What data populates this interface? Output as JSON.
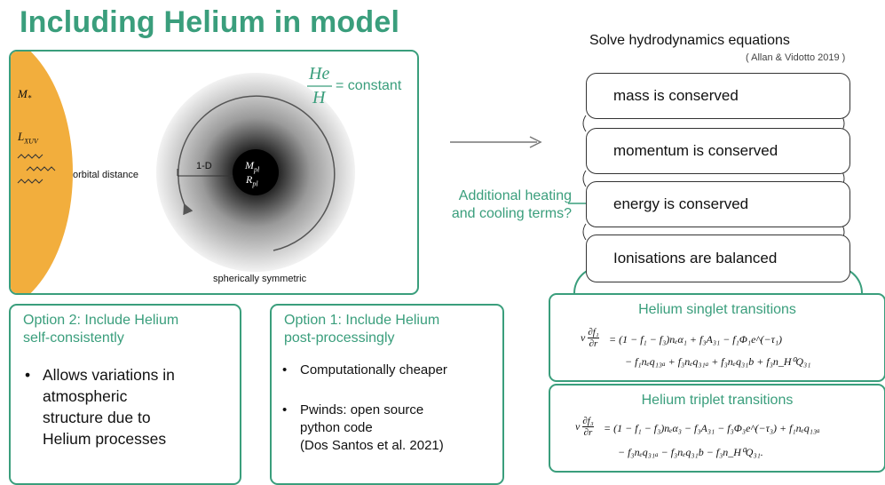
{
  "title": "Including Helium in model",
  "diagram": {
    "star_mass": "M*",
    "star_luminosity": "L_XUV",
    "orbital_distance": "orbital distance",
    "one_d": "1-D",
    "planet_mass": "M_pl",
    "planet_radius": "R_pl",
    "ratio_numerator": "He",
    "ratio_denominator": "H",
    "ratio_text": "= constant",
    "spherical": "spherically symmetric"
  },
  "hydro": {
    "heading": "Solve hydrodynamics equations",
    "citation": "( Allan & Vidotto 2019 )",
    "equations": [
      "mass is conserved",
      "momentum is conserved",
      "energy is conserved",
      "Ionisations are balanced"
    ],
    "side_note_line1": "Additional heating",
    "side_note_line2": "and cooling terms?"
  },
  "option2": {
    "title_line1": "Option 2: Include Helium",
    "title_line2": "self-consistently",
    "bullets": [
      {
        "lines": [
          "Allows variations in",
          "atmospheric",
          "structure due to",
          "Helium processes"
        ]
      }
    ]
  },
  "option1": {
    "title_line1": "Option 1: Include Helium",
    "title_line2": "post-processingly",
    "bullets": [
      {
        "lines": [
          "Computationally cheaper"
        ]
      },
      {
        "lines": [
          "Pwinds: open source",
          "python code",
          "(Dos Santos et al. 2021)"
        ]
      }
    ]
  },
  "singlet": {
    "heading": "Helium singlet transitions",
    "eq_line1": "= (1 − f₁ − f₃)nₑα₁ + f₃A₃₁ − f₁Φ₁e^(−τ₁)",
    "eq_line2": "− f₁nₑq₁₃ₐ + f₃nₑq₃₁ₐ + f₃nₑq₃₁b + f₃n_H⁰Q₃₁"
  },
  "triplet": {
    "heading": "Helium triplet transitions",
    "eq_line1": "= (1 − f₁ − f₃)nₑα₃ − f₃A₃₁ − f₃Φ₃e^(−τ₃) + f₁nₑq₁₃ₐ",
    "eq_line2": "− f₃nₑq₃₁ₐ − f₃nₑq₃₁b − f₃n_H⁰Q₃₁."
  },
  "colors": {
    "accent": "#3a9e7c",
    "star": "#f2ae3d"
  }
}
